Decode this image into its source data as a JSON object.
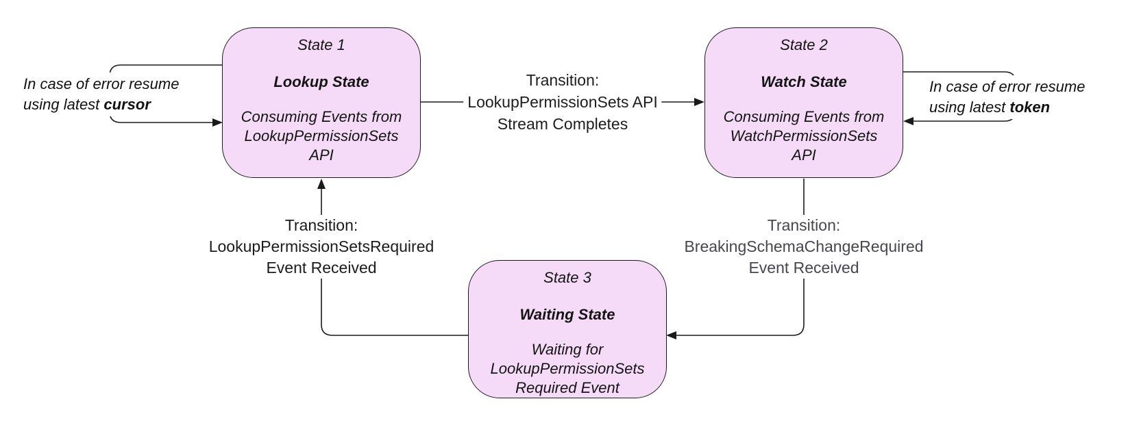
{
  "diagram": {
    "node_fill_color": "#f6dbf9",
    "node_border_color": "#1a1a1a",
    "wire_color": "#1a1a1a",
    "background_color": "#ffffff"
  },
  "states": [
    {
      "num": "State 1",
      "title": "Lookup State",
      "desc": "Consuming Events from\nLookupPermissionSets\nAPI"
    },
    {
      "num": "State 2",
      "title": "Watch State",
      "desc": "Consuming Events from\nWatchPermissionSets\nAPI"
    },
    {
      "num": "State 3",
      "title": "Waiting State",
      "desc": "Waiting for\nLookupPermissionSets\nRequired Event"
    }
  ],
  "transitions": [
    {
      "from": "State 1",
      "to": "State 2",
      "prefix": "Transition:",
      "event": "LookupPermissionSets API",
      "suffix": "Stream Completes"
    },
    {
      "from": "State 2",
      "to": "State 3",
      "prefix": "Transition:",
      "event": "BreakingSchemaChangeRequired",
      "suffix": "Event Received"
    },
    {
      "from": "State 3",
      "to": "State 1",
      "prefix": "Transition:",
      "event": "LookupPermissionSetsRequired",
      "suffix": "Event Received"
    }
  ],
  "self_loops": [
    {
      "state": "State 1",
      "line1": "In case of error resume",
      "line2_prefix": "using latest ",
      "line2_bold": "cursor"
    },
    {
      "state": "State 2",
      "line1": "In case of error resume",
      "line2_prefix": "using latest ",
      "line2_bold": "token"
    }
  ]
}
